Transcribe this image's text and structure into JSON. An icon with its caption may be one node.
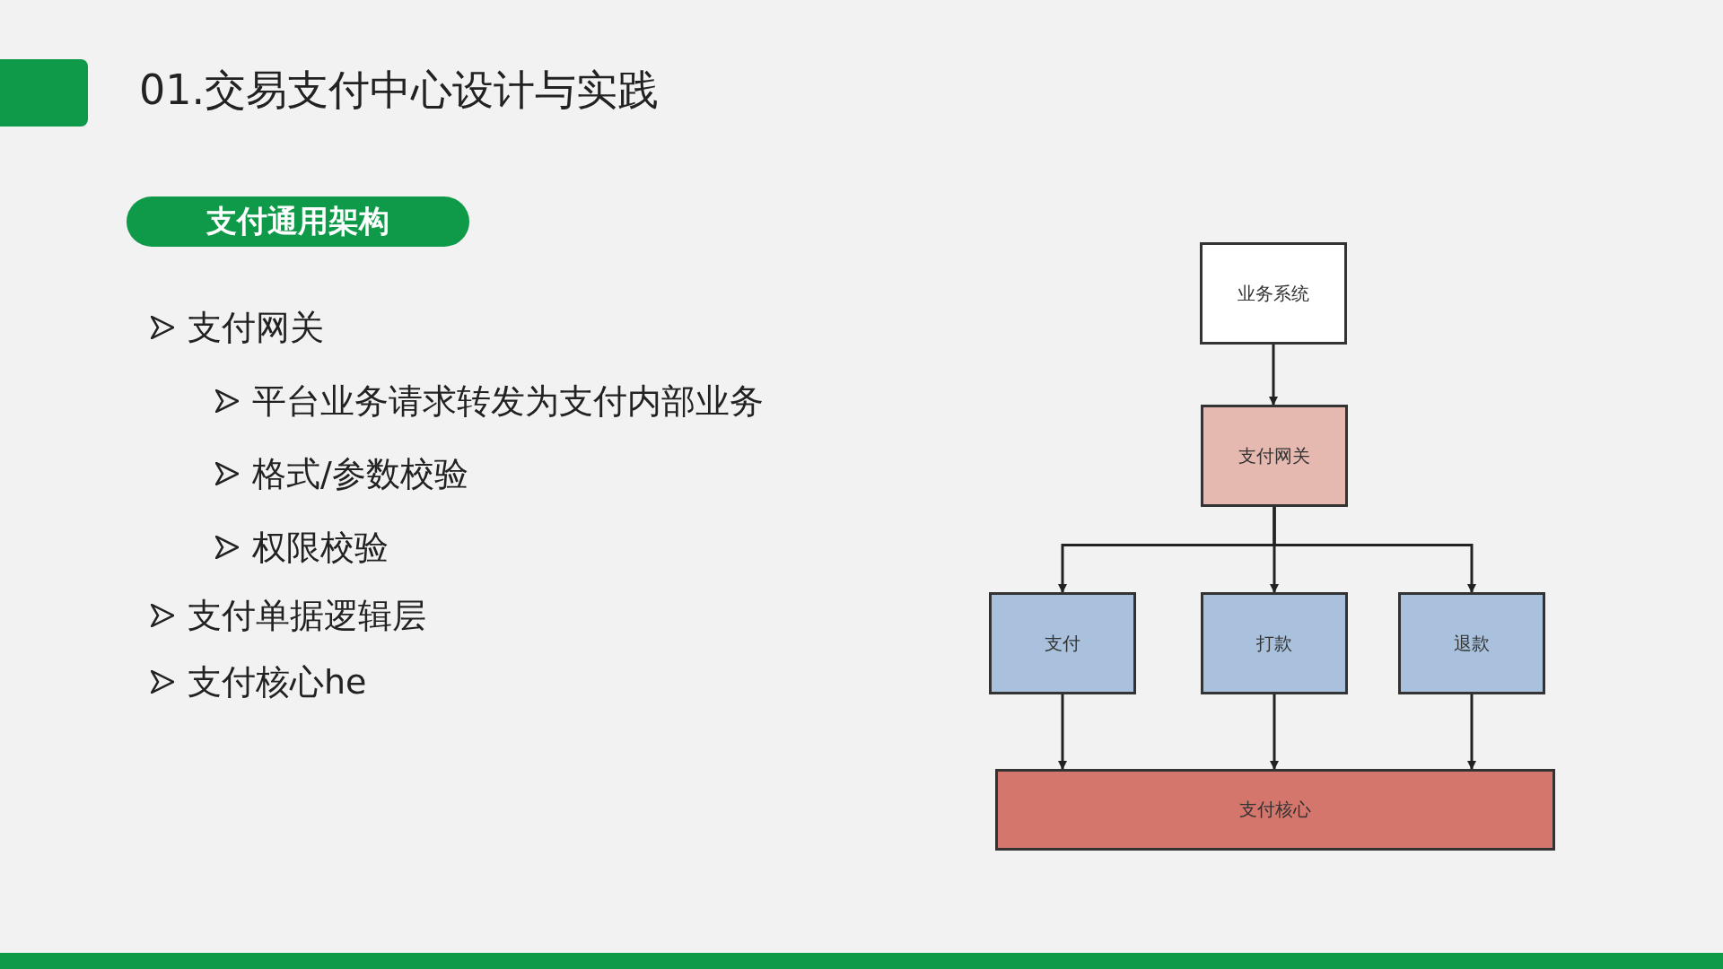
{
  "diagram": {
    "title": "01.交易支付中心设计与实践",
    "nodes": [
      {
        "text": [
          "支付通用架构"
        ]
      },
      {
        "text": [
          "业务系统"
        ]
      },
      {
        "text": [
          "支付网关"
        ]
      },
      {
        "text": [
          "支付"
        ]
      },
      {
        "text": [
          "打款"
        ]
      },
      {
        "text": [
          "退款"
        ]
      },
      {
        "text": [
          "支付核心"
        ]
      }
    ],
    "edges": [
      {
        "from": 1,
        "to": 2,
        "arrow": "to"
      },
      {
        "from": 2,
        "to": 3,
        "arrow": "to"
      },
      {
        "from": 2,
        "to": 4,
        "arrow": "to"
      },
      {
        "from": 2,
        "to": 5,
        "arrow": "to"
      },
      {
        "from": 3,
        "to": 6,
        "arrow": "to"
      },
      {
        "from": 4,
        "to": 6,
        "arrow": "to"
      },
      {
        "from": 5,
        "to": 6,
        "arrow": "to"
      }
    ],
    "labels": [
      "支付网关",
      "平台业务请求转发为支付内部业务",
      "格式/参数校验",
      "权限校验",
      "支付单据逻辑层",
      "支付核心he"
    ]
  }
}
